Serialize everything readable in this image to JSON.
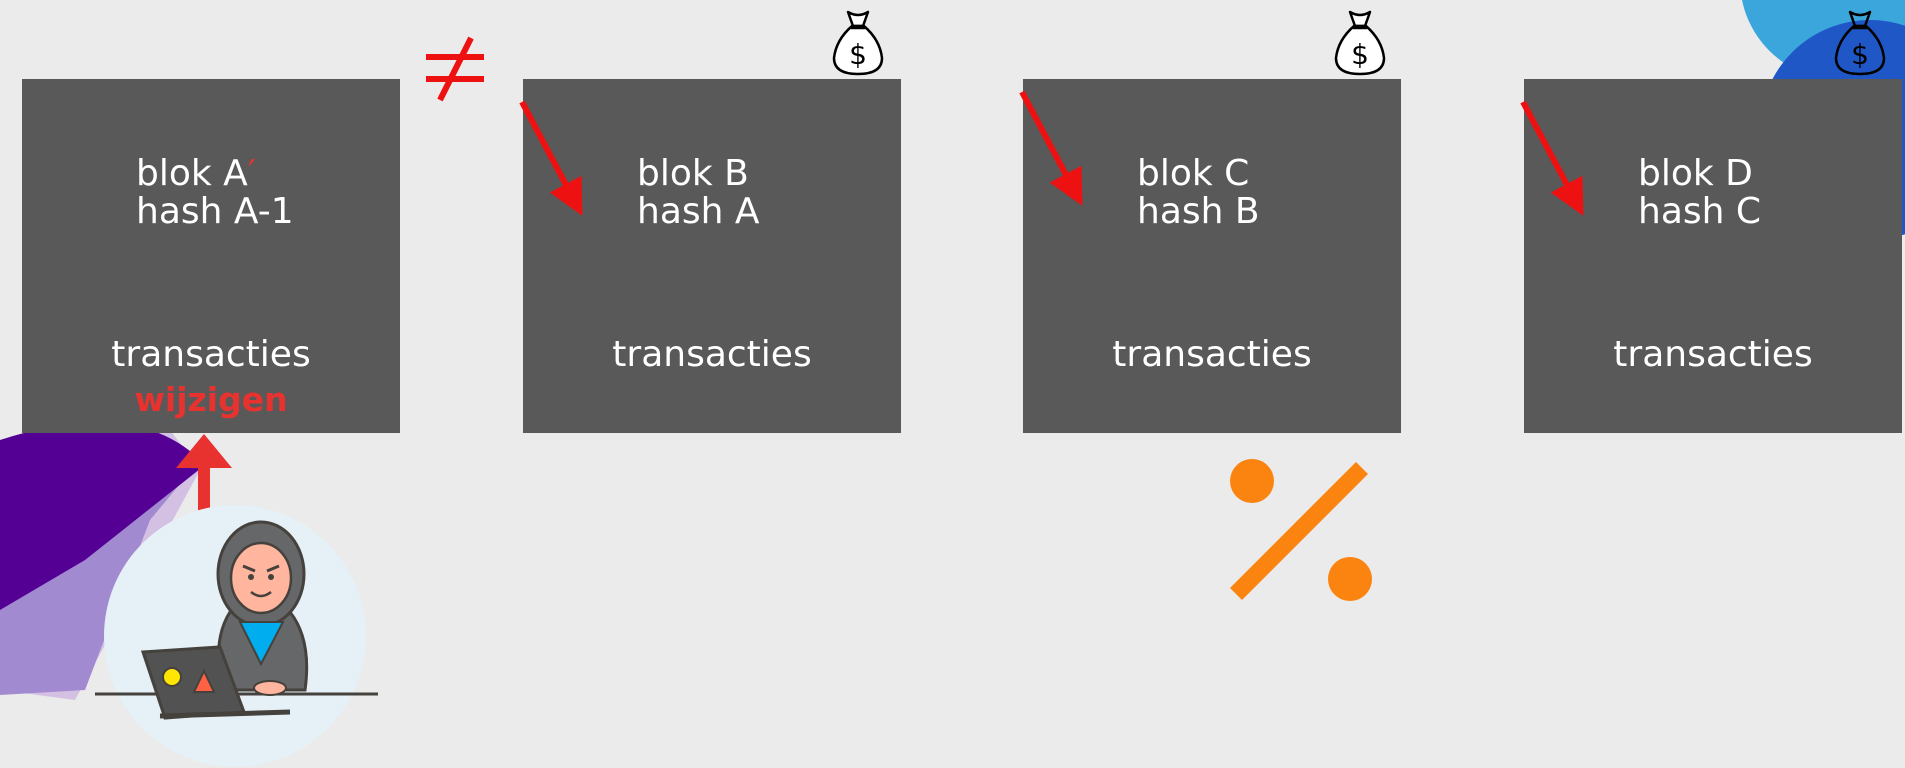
{
  "blocks": [
    {
      "name": "blok A",
      "prime": "′",
      "hash": "hash A-1",
      "transactions": "transacties",
      "change_label": "wijzigen"
    },
    {
      "name": "blok B",
      "hash": "hash A",
      "transactions": "transacties"
    },
    {
      "name": "blok C",
      "hash": "hash B",
      "transactions": "transacties"
    },
    {
      "name": "blok D",
      "hash": "hash C",
      "transactions": "transacties"
    }
  ],
  "icons": {
    "not_equal": "not-equal-sign-icon",
    "money_bag": "money-bag-icon",
    "percent": "percent-icon",
    "hacker": "hacker-illustration"
  },
  "colors": {
    "background": "#ebebeb",
    "block": "#595959",
    "accent_red": "#e8322f",
    "percent_orange": "#fb8410"
  }
}
